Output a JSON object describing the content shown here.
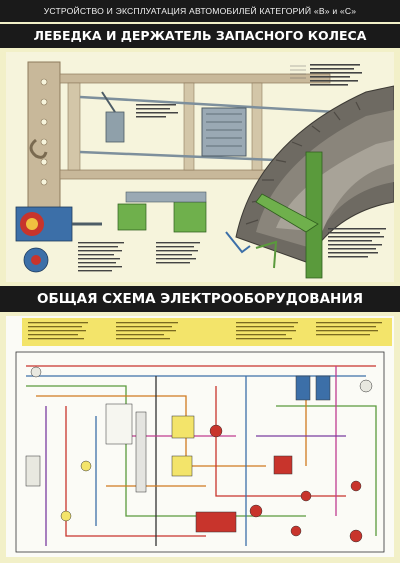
{
  "poster": {
    "header": "УСТРОЙСТВО И ЭКСПЛУАТАЦИЯ АВТОМОБИЛЕЙ КАТЕГОРИЙ «В» и «С»",
    "section1_title": "ЛЕБЕДКА И ДЕРЖАТЕЛЬ ЗАПАСНОГО КОЛЕСА",
    "section2_title": "ОБЩАЯ СХЕМА ЭЛЕКТРООБОРУДОВАНИЯ"
  },
  "colors": {
    "bar": "#1a1a1a",
    "paper": "#f2f0c8",
    "frame": "#c8b89a",
    "tire": "#6e6a62",
    "green": "#5a9a3c",
    "blue": "#3c6fa8",
    "red": "#c8342c",
    "yellow": "#f3e46a"
  }
}
